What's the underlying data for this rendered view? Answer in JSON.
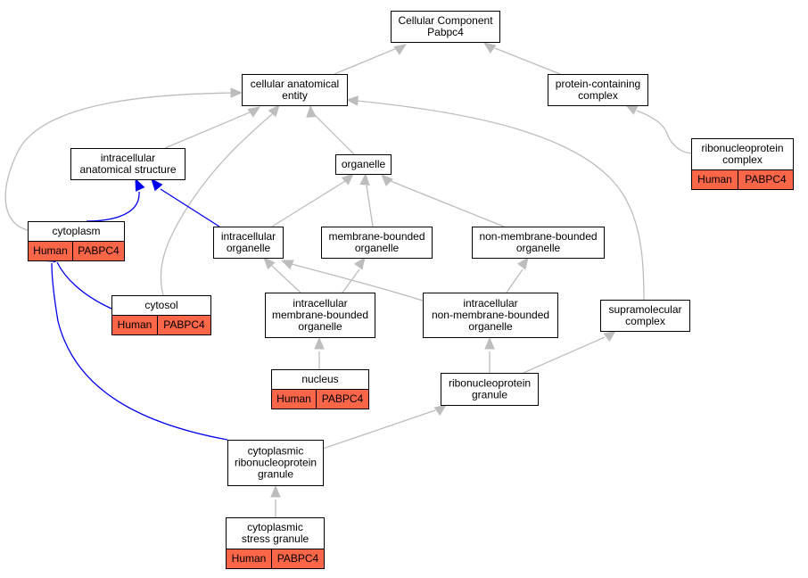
{
  "colors": {
    "edge_default": "#bdbdbd",
    "edge_highlight": "#0000ee",
    "annotation_fill": "#fb6649",
    "node_border": "#000000",
    "node_fill": "#ffffff"
  },
  "nodes": [
    {
      "id": "cellular-component",
      "lines": [
        "Cellular Component",
        "Pabpc4"
      ]
    },
    {
      "id": "cellular-anatomical-entity",
      "lines": [
        "cellular anatomical",
        "entity"
      ]
    },
    {
      "id": "protein-containing-complex",
      "lines": [
        "protein-containing",
        "complex"
      ]
    },
    {
      "id": "ribonucleoprotein-complex",
      "lines": [
        "ribonucleoprotein",
        "complex"
      ],
      "annotation": [
        "Human",
        "PABPC4"
      ]
    },
    {
      "id": "intracellular-anatomical-structure",
      "lines": [
        "intracellular",
        "anatomical structure"
      ]
    },
    {
      "id": "organelle",
      "lines": [
        "organelle"
      ]
    },
    {
      "id": "cytoplasm",
      "lines": [
        "cytoplasm"
      ],
      "annotation": [
        "Human",
        "PABPC4"
      ]
    },
    {
      "id": "intracellular-organelle",
      "lines": [
        "intracellular",
        "organelle"
      ]
    },
    {
      "id": "membrane-bounded-organelle",
      "lines": [
        "membrane-bounded",
        "organelle"
      ]
    },
    {
      "id": "non-membrane-bounded-organelle",
      "lines": [
        "non-membrane-bounded",
        "organelle"
      ]
    },
    {
      "id": "cytosol",
      "lines": [
        "cytosol"
      ],
      "annotation": [
        "Human",
        "PABPC4"
      ]
    },
    {
      "id": "intracellular-membrane-bounded-organelle",
      "lines": [
        "intracellular",
        "membrane-bounded",
        "organelle"
      ]
    },
    {
      "id": "intracellular-non-membrane-bounded-organelle",
      "lines": [
        "intracellular",
        "non-membrane-bounded",
        "organelle"
      ]
    },
    {
      "id": "supramolecular-complex",
      "lines": [
        "supramolecular",
        "complex"
      ]
    },
    {
      "id": "nucleus",
      "lines": [
        "nucleus"
      ],
      "annotation": [
        "Human",
        "PABPC4"
      ]
    },
    {
      "id": "ribonucleoprotein-granule",
      "lines": [
        "ribonucleoprotein",
        "granule"
      ]
    },
    {
      "id": "cytoplasmic-ribonucleoprotein-granule",
      "lines": [
        "cytoplasmic",
        "ribonucleoprotein",
        "granule"
      ]
    },
    {
      "id": "cytoplasmic-stress-granule",
      "lines": [
        "cytoplasmic",
        "stress granule"
      ],
      "annotation": [
        "Human",
        "PABPC4"
      ]
    }
  ],
  "edges": [
    {
      "from": "cellular-anatomical-entity",
      "to": "cellular-component",
      "highlight": false
    },
    {
      "from": "protein-containing-complex",
      "to": "cellular-component",
      "highlight": false
    },
    {
      "from": "ribonucleoprotein-complex",
      "to": "protein-containing-complex",
      "highlight": false
    },
    {
      "from": "intracellular-anatomical-structure",
      "to": "cellular-anatomical-entity",
      "highlight": false
    },
    {
      "from": "organelle",
      "to": "cellular-anatomical-entity",
      "highlight": false
    },
    {
      "from": "cytoplasm",
      "to": "cellular-anatomical-entity",
      "highlight": false
    },
    {
      "from": "cytosol",
      "to": "cellular-anatomical-entity",
      "highlight": false
    },
    {
      "from": "supramolecular-complex",
      "to": "cellular-anatomical-entity",
      "highlight": false
    },
    {
      "from": "cytoplasm",
      "to": "intracellular-anatomical-structure",
      "highlight": true
    },
    {
      "from": "intracellular-organelle",
      "to": "intracellular-anatomical-structure",
      "highlight": true
    },
    {
      "from": "intracellular-organelle",
      "to": "organelle",
      "highlight": false
    },
    {
      "from": "membrane-bounded-organelle",
      "to": "organelle",
      "highlight": false
    },
    {
      "from": "non-membrane-bounded-organelle",
      "to": "organelle",
      "highlight": false
    },
    {
      "from": "cytosol",
      "to": "cytoplasm",
      "highlight": true
    },
    {
      "from": "cytoplasmic-ribonucleoprotein-granule",
      "to": "cytoplasm",
      "highlight": true
    },
    {
      "from": "intracellular-membrane-bounded-organelle",
      "to": "intracellular-organelle",
      "highlight": false
    },
    {
      "from": "intracellular-non-membrane-bounded-organelle",
      "to": "intracellular-organelle",
      "highlight": false
    },
    {
      "from": "intracellular-membrane-bounded-organelle",
      "to": "membrane-bounded-organelle",
      "highlight": false
    },
    {
      "from": "intracellular-non-membrane-bounded-organelle",
      "to": "non-membrane-bounded-organelle",
      "highlight": false
    },
    {
      "from": "nucleus",
      "to": "intracellular-membrane-bounded-organelle",
      "highlight": false
    },
    {
      "from": "ribonucleoprotein-granule",
      "to": "intracellular-non-membrane-bounded-organelle",
      "highlight": false
    },
    {
      "from": "ribonucleoprotein-granule",
      "to": "supramolecular-complex",
      "highlight": false
    },
    {
      "from": "cytoplasmic-ribonucleoprotein-granule",
      "to": "ribonucleoprotein-granule",
      "highlight": false
    },
    {
      "from": "cytoplasmic-stress-granule",
      "to": "cytoplasmic-ribonucleoprotein-granule",
      "highlight": false
    }
  ]
}
